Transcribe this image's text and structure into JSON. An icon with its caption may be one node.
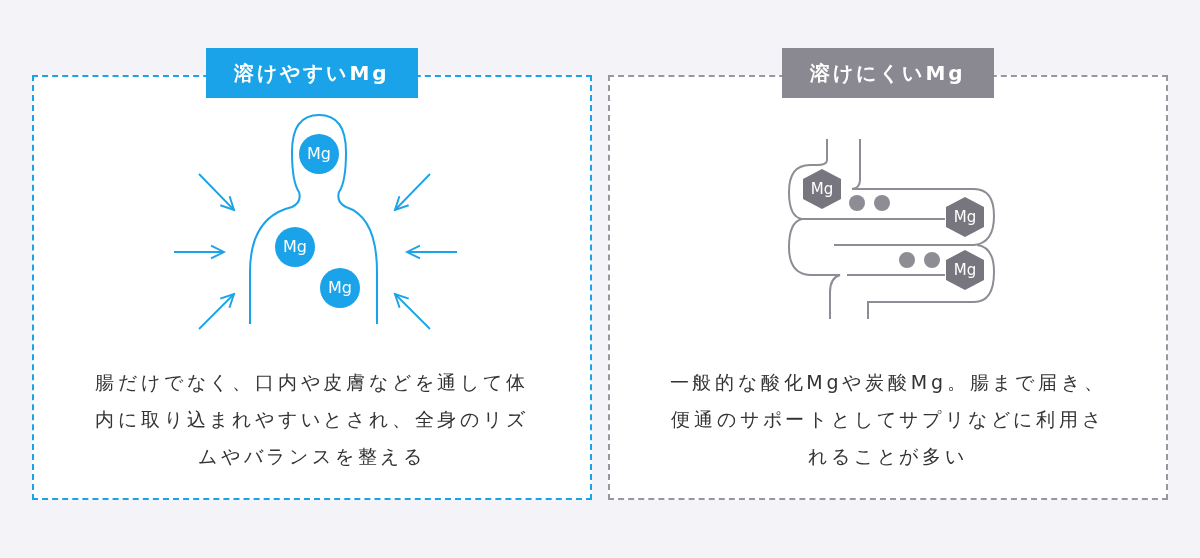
{
  "diagram": {
    "nodes": [
      {
        "text": [
          "溶けやすいMg",
          "腸だけでなく、口内や皮膚などを通して体内に取り込まれやすいとされ、全身のリズムやバランスを整える"
        ]
      },
      {
        "text": [
          "Mg"
        ],
        "in": 0
      },
      {
        "text": [
          "Mg"
        ],
        "in": 0
      },
      {
        "text": [
          "Mg"
        ],
        "in": 0
      },
      {
        "text": [
          "溶けにくいMg",
          "一般的な酸化Mgや炭酸Mg。腸まで届き、便通のサポートとしてサプリなどに利用されることが多い"
        ]
      },
      {
        "text": [
          "Mg"
        ],
        "in": 4
      },
      {
        "text": [
          "Mg"
        ],
        "in": 4
      },
      {
        "text": [
          "Mg"
        ],
        "in": 4
      }
    ]
  }
}
